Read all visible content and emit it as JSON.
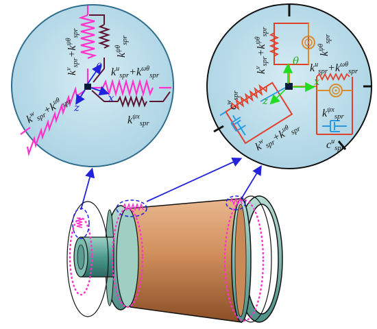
{
  "left_inset": {
    "labels": {
      "theta": "θ",
      "x_axis": "x",
      "z_axis": "z",
      "k_v_base": "k",
      "k_v_sup": "v",
      "k_v_sub": "spr",
      "k_v_plus": "+",
      "k_psitheta_sup": "ψθ",
      "k_u_sup": "u",
      "k_omega_sup": "ωθ",
      "k_psix_sup": "ψx",
      "k_w_sup": "w",
      "k_utheta_sup": "uθ"
    }
  },
  "right_inset": {
    "labels": {
      "theta": "θ",
      "x_axis": "x",
      "z_axis": "z",
      "k_v_sup": "v",
      "k_psitheta_sup": "ψθ",
      "k_u_sup": "u",
      "k_omega_sup": "ωθ",
      "k_psix_sup": "ψx",
      "k_w_sup": "w",
      "k_utheta_sup": "uθ",
      "c_w_sup": "w",
      "c_u_sup": "u",
      "k_base": "k",
      "c_base": "c",
      "sub": "spr"
    }
  },
  "colors": {
    "spring_magenta": "#ff33cc",
    "spring_dark": "#5a1430",
    "circle_fill": "#b9dcea",
    "arrow_blue": "#2222dd",
    "axis_green": "#22dd22",
    "box_red": "#e0402a",
    "box_orange": "#d88a2c",
    "damper_blue": "#2a9ae0",
    "body_copper": "#c98a58",
    "body_teal": "#4f9a90"
  }
}
